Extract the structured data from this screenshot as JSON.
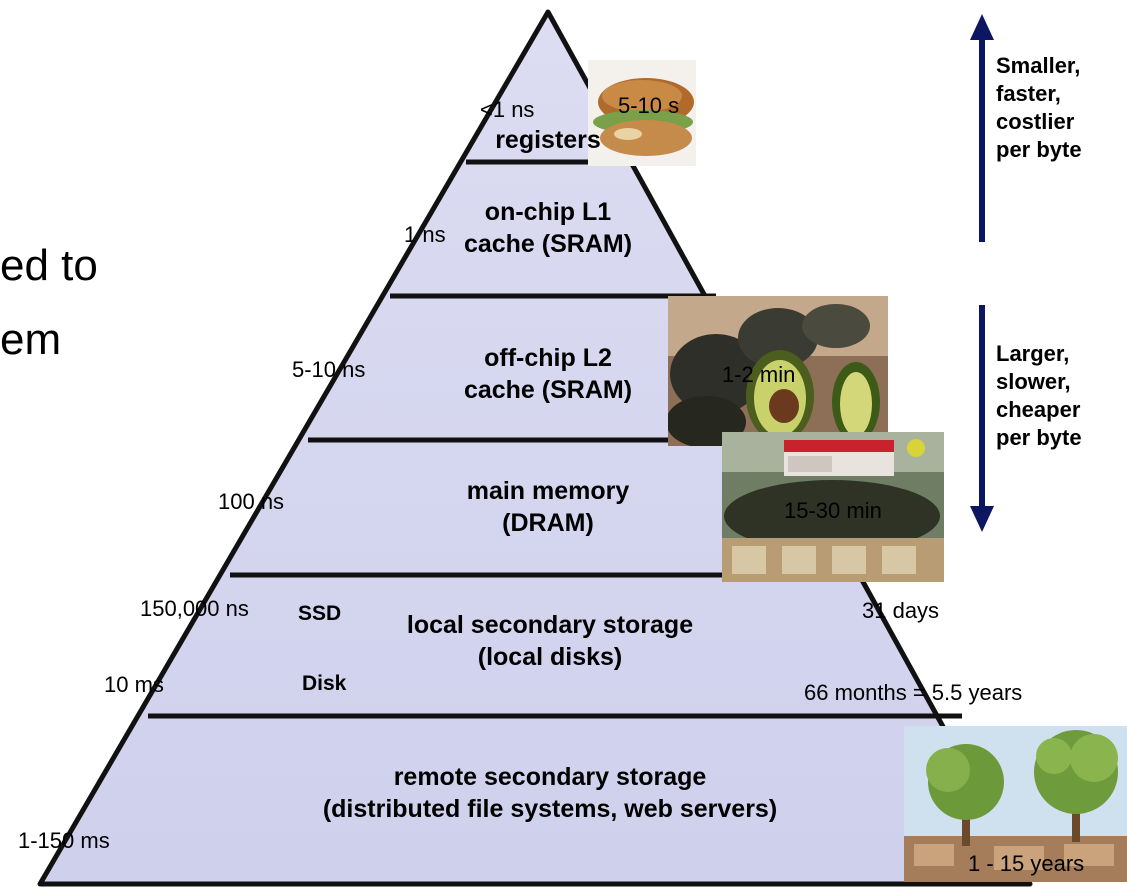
{
  "left_text": {
    "line1": "ed to",
    "line2": "em"
  },
  "tiers": [
    {
      "id": "registers",
      "line1": "registers",
      "line2": "",
      "latency": "<1 ns"
    },
    {
      "id": "l1",
      "line1": "on-chip L1",
      "line2": "cache (SRAM)",
      "latency": "1 ns"
    },
    {
      "id": "l2",
      "line1": "off-chip L2",
      "line2": "cache (SRAM)",
      "latency": "5-10 ns"
    },
    {
      "id": "main",
      "line1": "main memory",
      "line2": "(DRAM)",
      "latency": "100 ns"
    },
    {
      "id": "local",
      "line1": "local secondary storage",
      "line2": "(local disks)",
      "latency_ssd": "150,000 ns",
      "latency_disk": "10 ms",
      "ssd_label": "SSD",
      "disk_label": "Disk"
    },
    {
      "id": "remote",
      "line1": "remote secondary storage",
      "line2": "(distributed file systems, web servers)",
      "latency": "1-150 ms"
    }
  ],
  "analogy": {
    "registers": "5-10 s",
    "l2": "1-2 min",
    "main": "15-30 min",
    "ssd": "31 days",
    "disk": "66 months = 5.5 years",
    "remote": "1 - 15 years"
  },
  "side_notes": {
    "top": [
      "Smaller,",
      "faster,",
      "costlier",
      "per byte"
    ],
    "bottom": [
      "Larger,",
      "slower,",
      "cheaper",
      "per byte"
    ]
  },
  "photo_icons": [
    "sandwich-photo",
    "avocado-photo",
    "avocado-sale-photo",
    "avocado-tree-photo"
  ],
  "colors": {
    "tier_fill": "#d6d6ef",
    "outline": "#111111",
    "arrow": "#0d1761"
  }
}
